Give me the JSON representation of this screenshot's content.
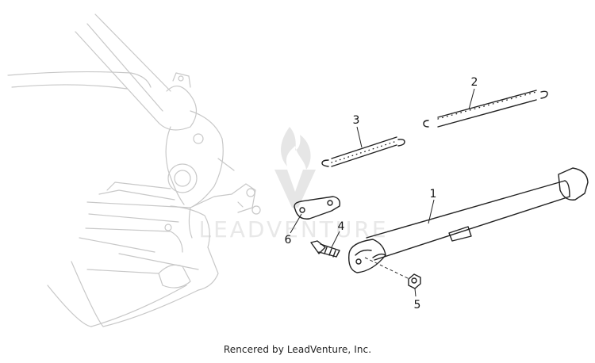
{
  "diagram": {
    "parts": [
      {
        "number": "1",
        "part": "side-stand"
      },
      {
        "number": "2",
        "part": "outer-spring"
      },
      {
        "number": "3",
        "part": "inner-spring"
      },
      {
        "number": "4",
        "part": "pivot-bolt"
      },
      {
        "number": "5",
        "part": "nut"
      },
      {
        "number": "6",
        "part": "plate"
      }
    ],
    "watermark": "LEADVENTURE"
  },
  "footer": {
    "credit": "Rencered by LeadVenture, Inc."
  }
}
